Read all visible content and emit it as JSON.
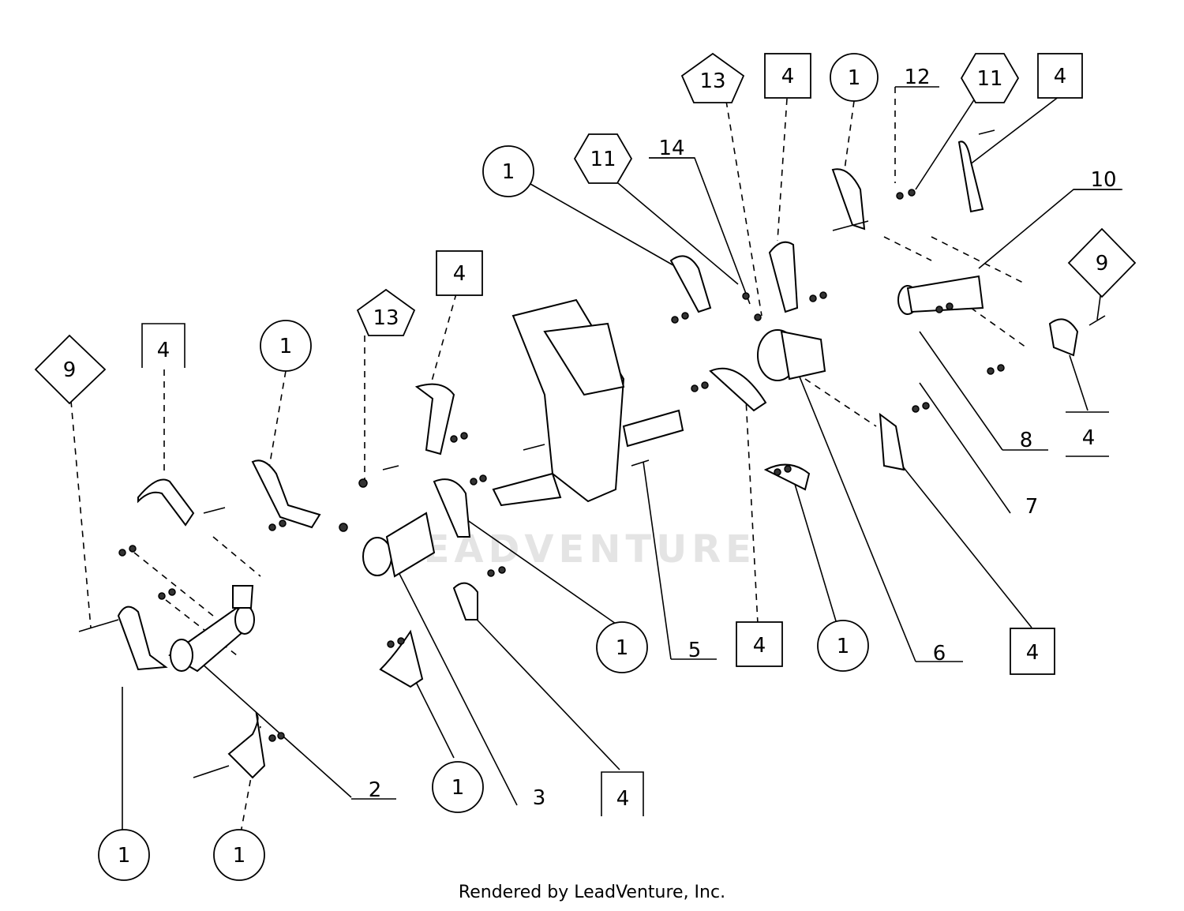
{
  "watermark": "LEADVENTURE",
  "footer": "Rendered by LeadVenture, Inc.",
  "callouts": [
    {
      "id": "c1",
      "shape": "diamond",
      "text": "9"
    },
    {
      "id": "c2",
      "shape": "box",
      "text": "4"
    },
    {
      "id": "c3",
      "shape": "circle",
      "text": "1"
    },
    {
      "id": "c4",
      "shape": "pentagon",
      "text": "13"
    },
    {
      "id": "c5",
      "shape": "box",
      "text": "4"
    },
    {
      "id": "c6",
      "shape": "circle",
      "text": "1"
    },
    {
      "id": "c7",
      "shape": "hexagon",
      "text": "11"
    },
    {
      "id": "c8",
      "shape": "underline",
      "text": "14"
    },
    {
      "id": "c9",
      "shape": "pentagon",
      "text": "13"
    },
    {
      "id": "c10",
      "shape": "box",
      "text": "4"
    },
    {
      "id": "c11",
      "shape": "circle",
      "text": "1"
    },
    {
      "id": "c12",
      "shape": "underline",
      "text": "12"
    },
    {
      "id": "c13",
      "shape": "hexagon",
      "text": "11"
    },
    {
      "id": "c14",
      "shape": "box",
      "text": "4"
    },
    {
      "id": "c15",
      "shape": "underline",
      "text": "10"
    },
    {
      "id": "c16",
      "shape": "diamond",
      "text": "9"
    },
    {
      "id": "c17",
      "shape": "underline",
      "text": "8"
    },
    {
      "id": "c18",
      "shape": "underline",
      "text": "4"
    },
    {
      "id": "c19",
      "shape": "plain",
      "text": "7"
    },
    {
      "id": "c20",
      "shape": "circle",
      "text": "1"
    },
    {
      "id": "c21",
      "shape": "underline",
      "text": "5"
    },
    {
      "id": "c22",
      "shape": "box",
      "text": "4"
    },
    {
      "id": "c23",
      "shape": "circle",
      "text": "1"
    },
    {
      "id": "c24",
      "shape": "underline",
      "text": "6"
    },
    {
      "id": "c25",
      "shape": "box",
      "text": "4"
    },
    {
      "id": "c26",
      "shape": "underline",
      "text": "2"
    },
    {
      "id": "c27",
      "shape": "circle",
      "text": "1"
    },
    {
      "id": "c28",
      "shape": "plain",
      "text": "3"
    },
    {
      "id": "c29",
      "shape": "box",
      "text": "4"
    },
    {
      "id": "c30",
      "shape": "circle",
      "text": "1"
    },
    {
      "id": "c31",
      "shape": "circle",
      "text": "1"
    }
  ]
}
